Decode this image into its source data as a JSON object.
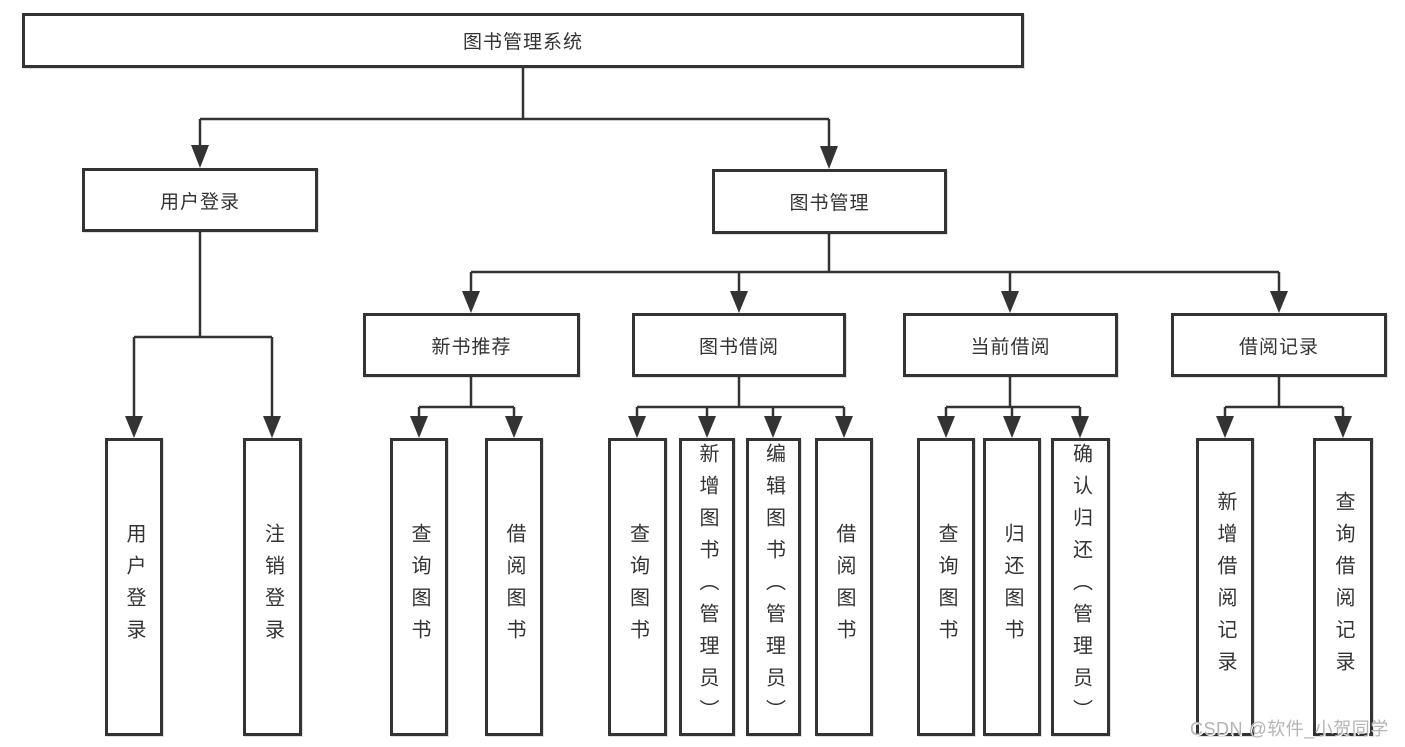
{
  "diagram": {
    "type": "hierarchy-tree",
    "background_color": "#ffffff",
    "line_color": "#333333",
    "box_border_color": "#333333",
    "text_color": "#333333"
  },
  "nodes": {
    "root": {
      "label": "图书管理系统"
    },
    "level2": [
      {
        "id": "user-login",
        "label": "用户登录",
        "parent": "root"
      },
      {
        "id": "book-management",
        "label": "图书管理",
        "parent": "root"
      }
    ],
    "level3": [
      {
        "id": "new-book-recommend",
        "label": "新书推荐",
        "parent": "book-management"
      },
      {
        "id": "book-borrow",
        "label": "图书借阅",
        "parent": "book-management"
      },
      {
        "id": "current-borrow",
        "label": "当前借阅",
        "parent": "book-management"
      },
      {
        "id": "borrow-records",
        "label": "借阅记录",
        "parent": "book-management"
      }
    ],
    "leaves": [
      {
        "label": "用户登录",
        "parent": "user-login"
      },
      {
        "label": "注销登录",
        "parent": "user-login"
      },
      {
        "label": "查询图书",
        "parent": "new-book-recommend"
      },
      {
        "label": "借阅图书",
        "parent": "new-book-recommend"
      },
      {
        "label": "查询图书",
        "parent": "book-borrow"
      },
      {
        "label": "新增图书（管理员）",
        "parent": "book-borrow"
      },
      {
        "label": "编辑图书（管理员）",
        "parent": "book-borrow"
      },
      {
        "label": "借阅图书",
        "parent": "book-borrow"
      },
      {
        "label": "查询图书",
        "parent": "current-borrow"
      },
      {
        "label": "归还图书",
        "parent": "current-borrow"
      },
      {
        "label": "确认归还（管理员）",
        "parent": "current-borrow"
      },
      {
        "label": "新增借阅记录",
        "parent": "borrow-records"
      },
      {
        "label": "查询借阅记录",
        "parent": "borrow-records"
      }
    ]
  },
  "watermark": {
    "text": "CSDN @软件_小贺同学",
    "color": "#b5b5b5"
  }
}
